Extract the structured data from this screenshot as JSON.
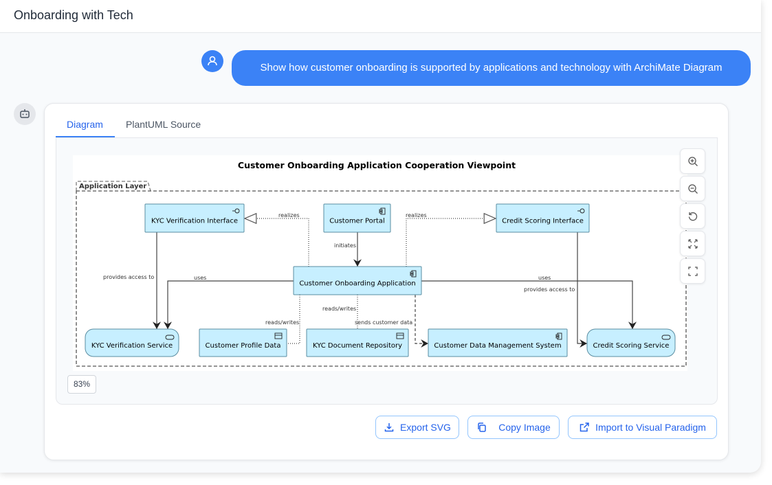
{
  "header": {
    "title": "Onboarding with Tech"
  },
  "chat": {
    "user_message": "Show how customer onboarding is supported by applications and technology with ArchiMate Diagram",
    "user_avatar_icon": "user-icon",
    "bot_avatar_icon": "robot-icon"
  },
  "tabs": [
    {
      "label": "Diagram",
      "active": true
    },
    {
      "label": "PlantUML Source",
      "active": false
    }
  ],
  "diagram": {
    "title": "Customer Onboarding Application Cooperation Viewpoint",
    "group": "Application Layer",
    "nodes": {
      "kyc_interface": {
        "label": "KYC Verification Interface",
        "type": "application-interface"
      },
      "portal": {
        "label": "Customer Portal",
        "type": "application-component"
      },
      "credit_interface": {
        "label": "Credit Scoring Interface",
        "type": "application-interface"
      },
      "coa": {
        "label": "Customer Onboarding Application",
        "type": "application-component"
      },
      "kyc_service": {
        "label": "KYC Verification Service",
        "type": "application-service"
      },
      "profile_data": {
        "label": "Customer Profile Data",
        "type": "data-object"
      },
      "kyc_repo": {
        "label": "KYC Document Repository",
        "type": "data-object"
      },
      "cdms": {
        "label": "Customer Data Management System",
        "type": "application-component"
      },
      "credit_service": {
        "label": "Credit Scoring Service",
        "type": "application-service"
      }
    },
    "edges": [
      {
        "from": "kyc_interface",
        "to": "kyc_service",
        "label": "provides access to"
      },
      {
        "from": "coa",
        "to": "kyc_service",
        "label": "uses"
      },
      {
        "from": "portal",
        "to": "coa",
        "label": "initiates"
      },
      {
        "from": "coa",
        "to": "kyc_interface",
        "label": "realizes"
      },
      {
        "from": "coa",
        "to": "credit_interface",
        "label": "realizes"
      },
      {
        "from": "coa",
        "to": "credit_service",
        "label": "uses"
      },
      {
        "from": "credit_interface",
        "to": "credit_service",
        "label": "provides access to"
      },
      {
        "from": "coa",
        "to": "profile_data",
        "label": "reads/writes"
      },
      {
        "from": "coa",
        "to": "kyc_repo",
        "label": "reads/writes"
      },
      {
        "from": "coa",
        "to": "cdms",
        "label": "sends customer data"
      }
    ],
    "node_fill": "#c7efff"
  },
  "zoom": {
    "level": "83%",
    "controls": [
      "zoom-in-icon",
      "zoom-out-icon",
      "reset-icon",
      "fit-icon",
      "fullscreen-icon"
    ]
  },
  "actions": {
    "export_svg": "Export SVG",
    "copy_image": "Copy Image",
    "import_vp": "Import to Visual Paradigm"
  },
  "colors": {
    "accent": "#3b82f6",
    "accent_text": "#2563eb"
  }
}
